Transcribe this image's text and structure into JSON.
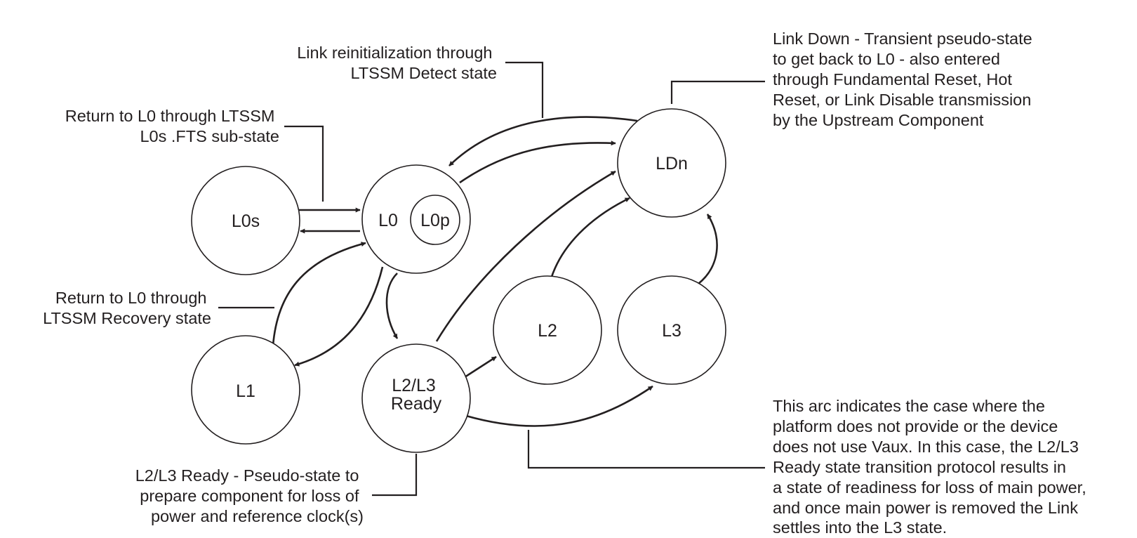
{
  "colors": {
    "ink": "#231f20",
    "background": "#ffffff"
  },
  "states": {
    "l0s": "L0s",
    "l0": "L0",
    "l0p": "L0p",
    "ldn": "LDn",
    "l1": "L1",
    "l2": "L2",
    "l3": "L3",
    "l2l3_ready": [
      "L2/L3",
      "Ready"
    ]
  },
  "annotations": {
    "link_reinit": [
      "Link reinitialization through",
      "LTSSM Detect state"
    ],
    "return_l0s": [
      "Return to L0 through LTSSM",
      "L0s .FTS sub-state"
    ],
    "return_recovery": [
      "Return to L0 through",
      "LTSSM Recovery state"
    ],
    "link_down": [
      "Link Down - Transient pseudo-state",
      "to get back to L0 - also entered",
      "through Fundamental Reset, Hot",
      "Reset, or Link Disable transmission",
      "by the Upstream Component"
    ],
    "l2l3_ready_note": [
      "L2/L3 Ready - Pseudo-state to",
      "prepare component for loss of",
      "power and reference clock(s)"
    ],
    "vaux_arc": [
      "This arc indicates the case where the",
      "platform does not provide or the device",
      "does not use Vaux. In this case, the L2/L3",
      "Ready state transition protocol results in",
      "a state of readiness for loss of main power,",
      "and once main power is removed the Link",
      "settles into the L3 state."
    ]
  }
}
